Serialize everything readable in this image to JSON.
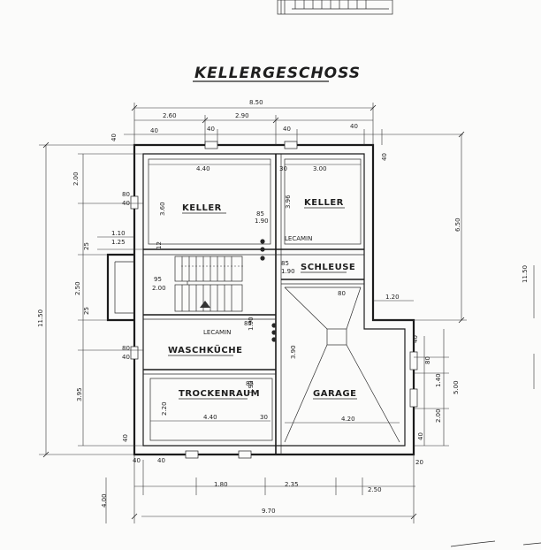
{
  "title": "KELLERGESCHOSS",
  "rooms": {
    "keller_left": "KELLER",
    "keller_right": "KELLER",
    "schleuse": "SCHLEUSE",
    "waschkueche": "WASCHKÜCHE",
    "trockenraum": "TROCKENRAUM",
    "garage": "GARAGE",
    "lecamin_top": "LECAMIN",
    "lecamin_mid": "LECAMIN"
  },
  "dims": {
    "total_top": "8.50",
    "top_left": "2.60",
    "top_mid": "2.90",
    "top_40a": "40",
    "top_40b": "40",
    "top_40c": "40",
    "top_40d": "40",
    "keller_w": "4.40",
    "keller_r_w": "3.00",
    "w30a": "30",
    "keller_l_h": "3.60",
    "keller_r_h": "3.96",
    "door1": "85",
    "door1b": "1.90",
    "door2": "85",
    "door2b": "1.90",
    "door3": "85",
    "door3b": "1.90",
    "door4": "85",
    "door4b": "1.90",
    "left_200": "2.00",
    "left_40a": "40",
    "left_80": "80",
    "left_40b": "40",
    "left_110": "1.10",
    "left_125": "1.25",
    "left_25a": "25",
    "left_250": "2.50",
    "left_25b": "25",
    "left_95": "95",
    "left_200b": "2.00",
    "left_total": "11.50",
    "left_395": "3.95",
    "left_80b": "80",
    "left_40c": "40",
    "left_40d": "40",
    "left_40e": "40",
    "r_650": "6.50",
    "r_40": "40",
    "r_120": "1.20",
    "r_40b": "40",
    "r_80": "80",
    "r_140": "1.40",
    "r_500": "5.00",
    "r_200": "2.00",
    "r_40c": "40",
    "r_20": "20",
    "r_1150": "11.50",
    "garage_w": "4.20",
    "garage_h": "3.90",
    "tr_w": "4.40",
    "tr_h": "2.20",
    "w30b": "30",
    "wk_12": "12",
    "sch_80": "80",
    "b_40": "40",
    "b_180": "1.80",
    "b_235": "2.35",
    "b_250": "2.50",
    "b_970": "9.70",
    "b_400": "4.00"
  }
}
